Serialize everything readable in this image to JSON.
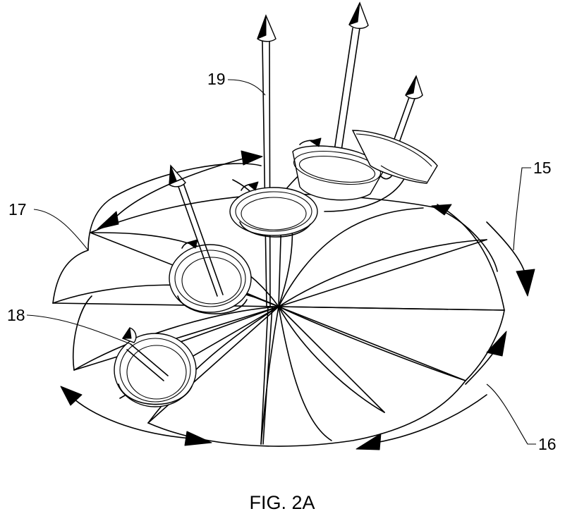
{
  "caption": "FIG. 2A",
  "labels": {
    "ref15": "15",
    "ref16": "16",
    "ref17": "17",
    "ref18": "18",
    "ref19": "19"
  },
  "colors": {
    "ink": "#000000",
    "paper": "#ffffff"
  }
}
